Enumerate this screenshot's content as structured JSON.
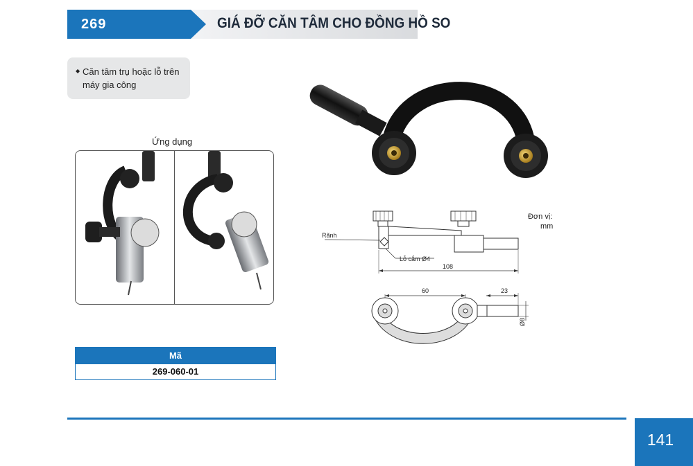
{
  "header": {
    "code": "269",
    "title": "GIÁ ĐỠ CĂN TÂM CHO ĐỒNG HỒ SO",
    "accent_color": "#1b75bb"
  },
  "feature": {
    "bullet": "◆",
    "text": "Căn tâm trụ hoặc lỗ trên máy gia công"
  },
  "application": {
    "label": "Ứng dụng"
  },
  "code_table": {
    "header": "Mã",
    "value": "269-060-01"
  },
  "drawing": {
    "unit_line1": "Đơn vị:",
    "unit_line2": "mm",
    "groove_label": "Rãnh",
    "hole_label": "Lỗ cắm Ø4",
    "dim_total": "108",
    "dim_center": "60",
    "dim_rod": "23",
    "dim_dia": "Ø8"
  },
  "footer": {
    "page_number": "141"
  }
}
